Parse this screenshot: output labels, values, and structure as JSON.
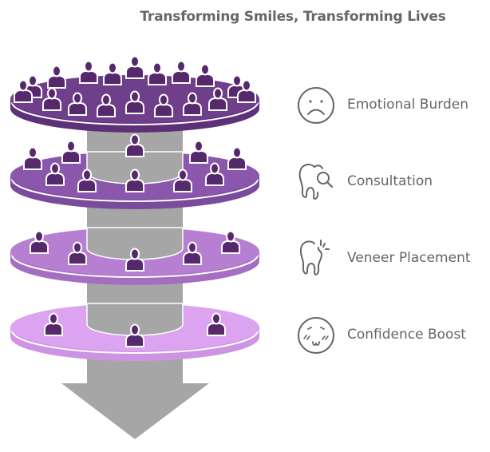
{
  "title": "Transforming Smiles, Transforming Lives",
  "colors": {
    "shaft": "#a6a6a6",
    "person": "#56296c",
    "text": "#666666",
    "icon_stroke": "#666666"
  },
  "levels": [
    {
      "label": "Emotional Burden",
      "icon": "sad-face-icon",
      "color_top": "#6f3f8c",
      "color_side": "#5e3078",
      "people_count": 18
    },
    {
      "label": "Consultation",
      "icon": "tooth-search-icon",
      "color_top": "#8a57ad",
      "color_side": "#7a4a9c",
      "people_count": 10
    },
    {
      "label": "Veneer Placement",
      "icon": "tooth-sparkle-icon",
      "color_top": "#b67fd2",
      "color_side": "#a46fc2",
      "people_count": 5
    },
    {
      "label": "Confidence Boost",
      "icon": "blushing-face-icon",
      "color_top": "#dba3f0",
      "color_side": "#cd94e3",
      "people_count": 3
    }
  ]
}
